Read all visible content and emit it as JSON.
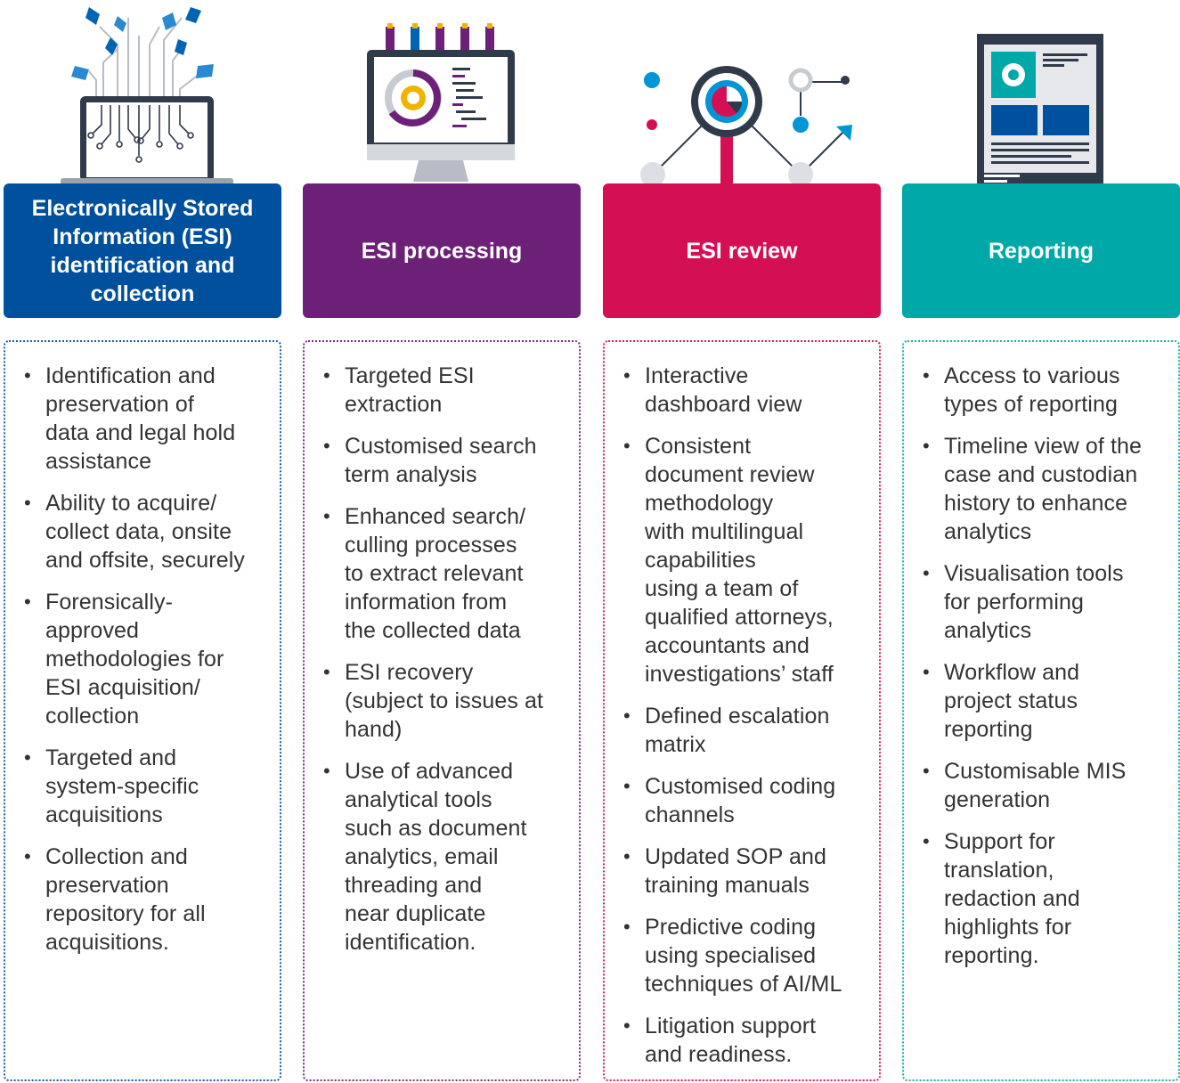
{
  "columns": [
    {
      "title": "Electronically Stored Information (ESI) identification and collection",
      "color": "#00509e",
      "border_color": "#1a5ea8",
      "icon": "laptop-circuit-tree-icon",
      "items": [
        "Identification and\npreservation of\ndata and legal hold\nassistance",
        "Ability to acquire/\ncollect data, onsite\nand offsite, securely",
        "Forensically-\napproved\nmethodologies for\nESI acquisition/\ncollection",
        "Targeted and\nsystem-specific\nacquisitions",
        "Collection and\npreservation\nrepository for all\nacquisitions."
      ]
    },
    {
      "title": "ESI processing",
      "color": "#6d2077",
      "border_color": "#7b2d87",
      "icon": "monitor-processing-icon",
      "items": [
        "Targeted ESI\nextraction",
        "Customised search\nterm analysis",
        "Enhanced search/\nculling processes\nto extract relevant\ninformation from\nthe collected data",
        "ESI recovery\n(subject to issues at\nhand)",
        "Use of advanced\nanalytical tools\nsuch as document\nanalytics, email\nthreading and\nnear duplicate\nidentification."
      ]
    },
    {
      "title": "ESI review",
      "color": "#d50f54",
      "border_color": "#d91d5b",
      "icon": "magnifier-network-icon",
      "items": [
        "Interactive\ndashboard view",
        "Consistent\ndocument review\nmethodology\nwith multilingual\ncapabilities\nusing a team of\nqualified attorneys,\naccountants and\ninvestigations’ staff",
        "Defined escalation\nmatrix",
        "Customised coding\nchannels",
        "Updated SOP and\ntraining manuals",
        "Predictive coding\nusing specialised\ntechniques of AI/ML",
        "Litigation support\nand readiness."
      ]
    },
    {
      "title": "Reporting",
      "color": "#00a8a8",
      "border_color": "#1aaeac",
      "icon": "report-document-icon",
      "items": [
        "Access to various\ntypes of reporting",
        "Timeline view of the\ncase and custodian\nhistory to enhance\nanalytics",
        "Visualisation tools\nfor performing\nanalytics",
        "Workflow and\nproject status\nreporting",
        "Customisable MIS\ngeneration",
        "Support for\ntranslation,\nredaction and\nhighlights for\nreporting."
      ]
    }
  ]
}
